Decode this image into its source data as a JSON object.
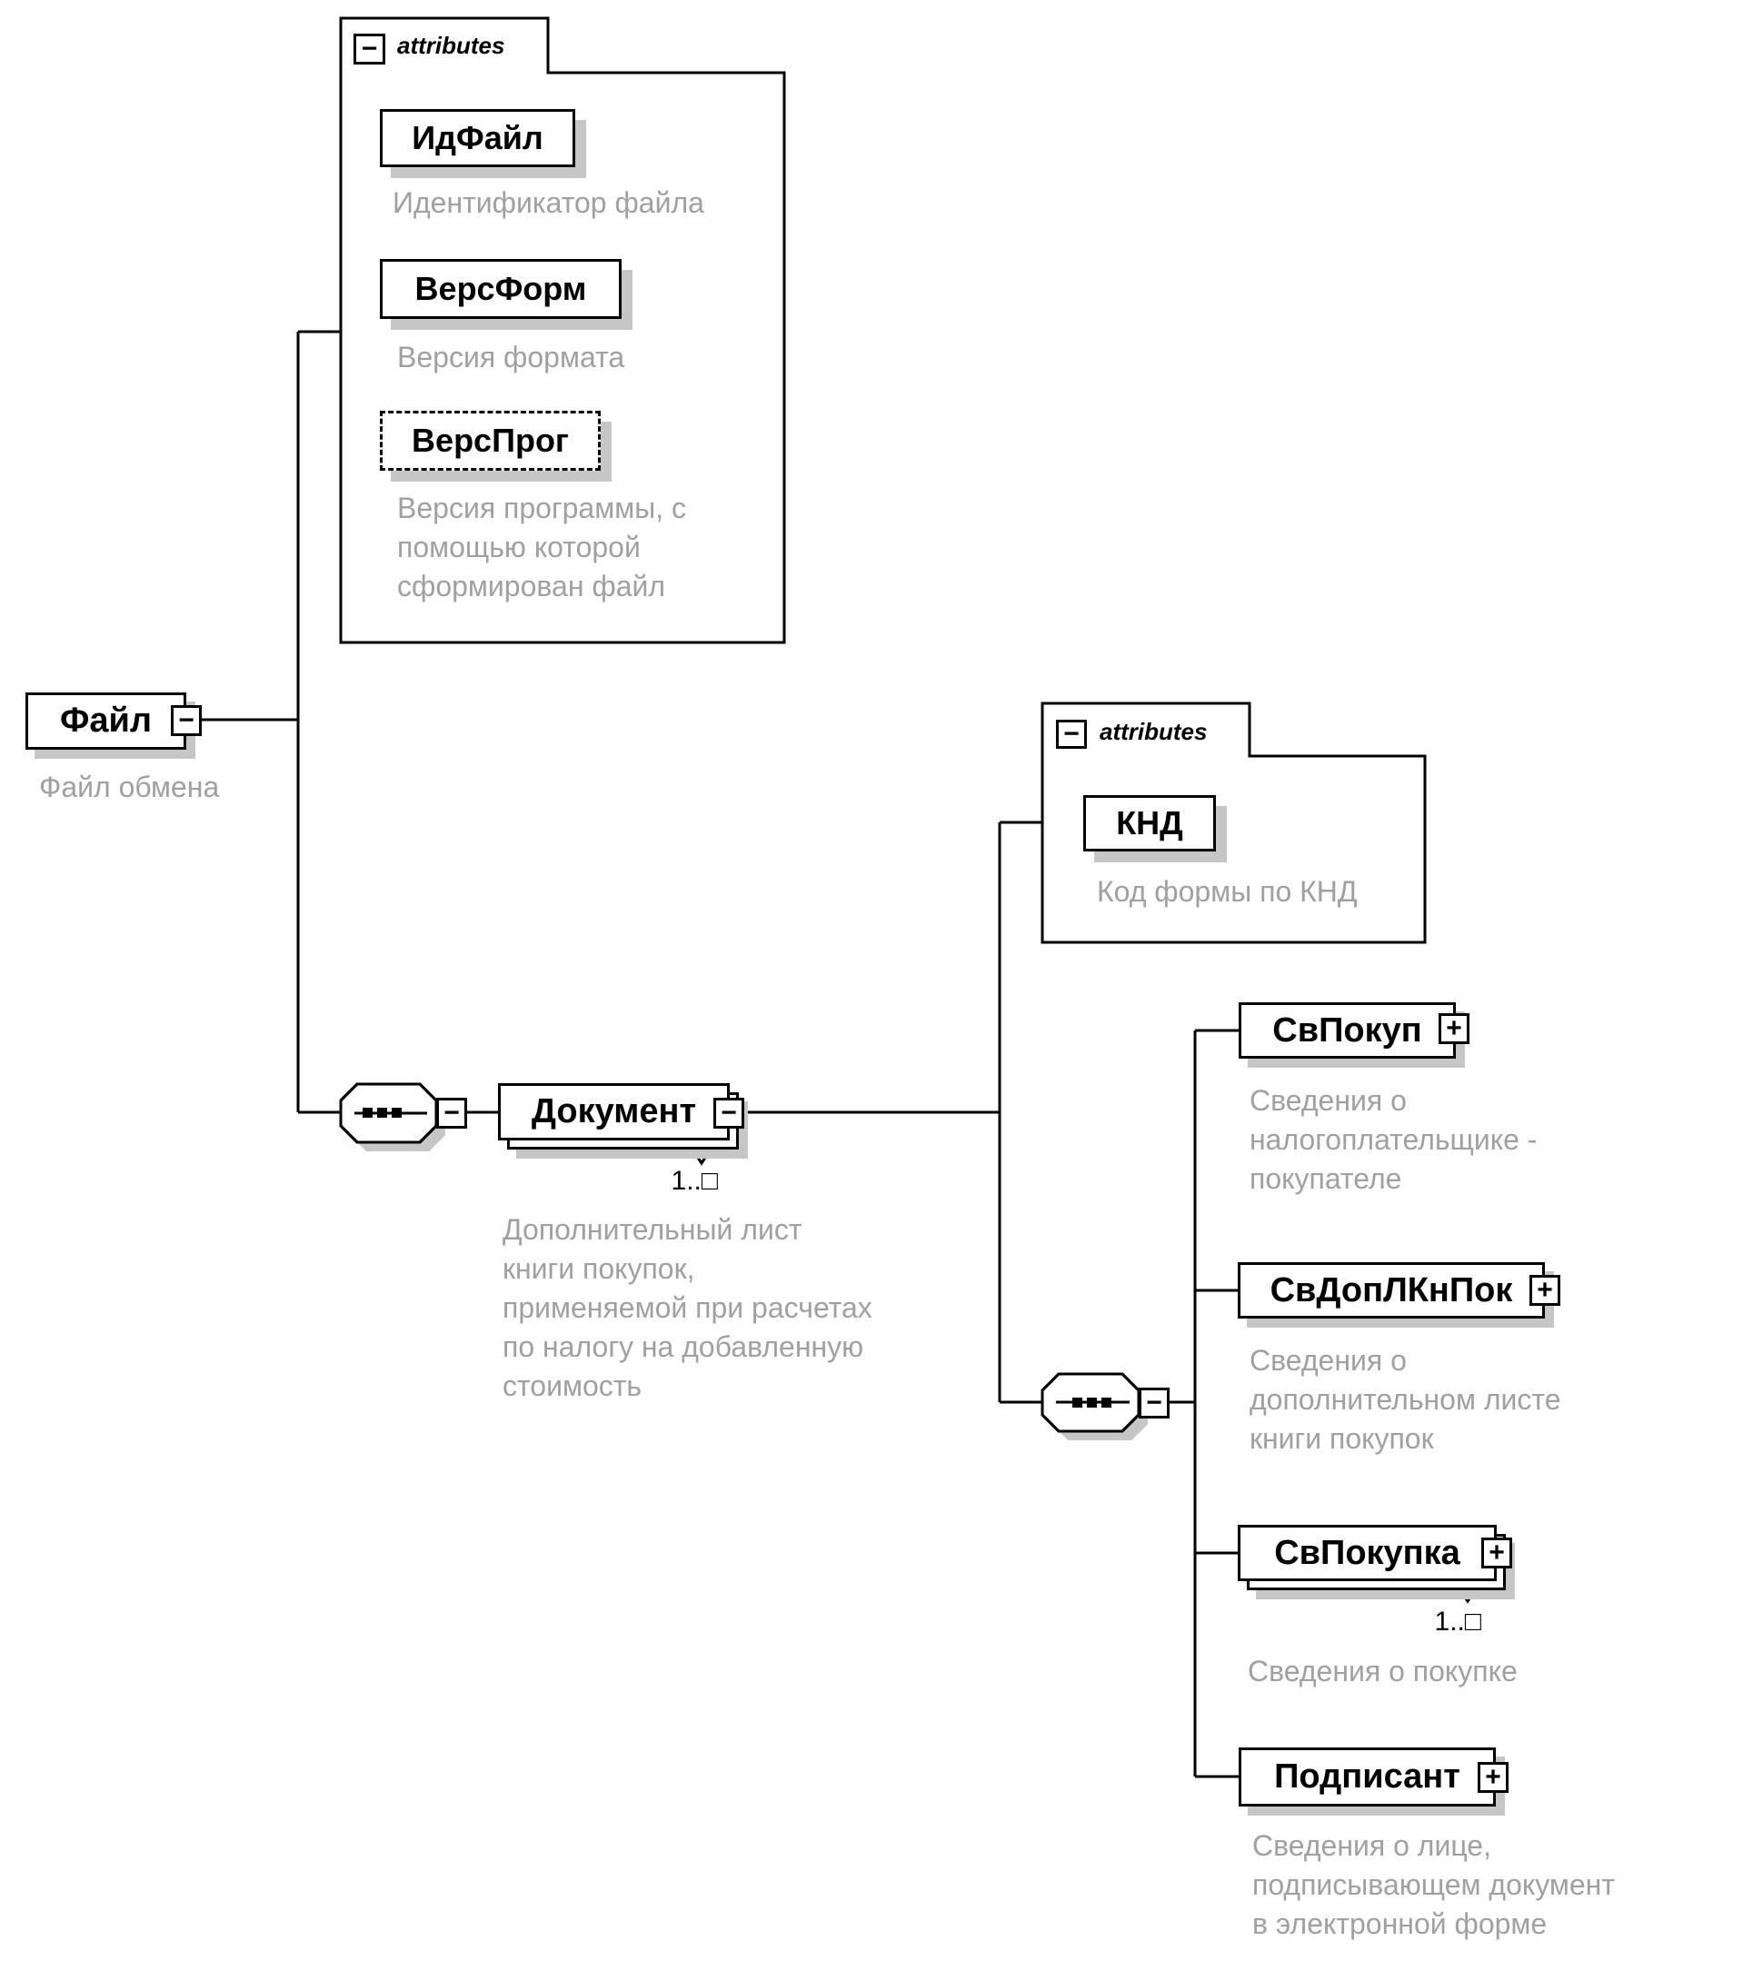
{
  "diagram": {
    "icons": {
      "collapse": "−",
      "expand": "+"
    },
    "root": {
      "name": "Файл",
      "annotation": "Файл обмена"
    },
    "file_attributes": {
      "header": "attributes",
      "items": [
        {
          "name": "ИдФайл",
          "annotation": "Идентификатор файла",
          "optional": false
        },
        {
          "name": "ВерсФорм",
          "annotation": "Версия формата",
          "optional": false
        },
        {
          "name": "ВерсПрог",
          "annotation": "Версия программы, с\nпомощью которой\nсформирован файл",
          "optional": true
        }
      ]
    },
    "document": {
      "name": "Документ",
      "occurrence": "1..□",
      "annotation": "Дополнительный лист\nкниги покупок,\nприменяемой при расчетах\nпо налогу на добавленную\nстоимость"
    },
    "document_attributes": {
      "header": "attributes",
      "items": [
        {
          "name": "КНД",
          "annotation": "Код формы по КНД"
        }
      ]
    },
    "children": [
      {
        "name": "СвПокуп",
        "annotation": "Сведения о\nналогоплательщике -\nпокупателе"
      },
      {
        "name": "СвДопЛКнПок",
        "annotation": "Сведения о\nдополнительном листе\nкниги покупок"
      },
      {
        "name": "СвПокупка",
        "occurrence": "1..□",
        "annotation": "Сведения о покупке"
      },
      {
        "name": "Подписант",
        "annotation": "Сведения о лице,\nподписывающем документ\nв электронной форме"
      }
    ]
  }
}
